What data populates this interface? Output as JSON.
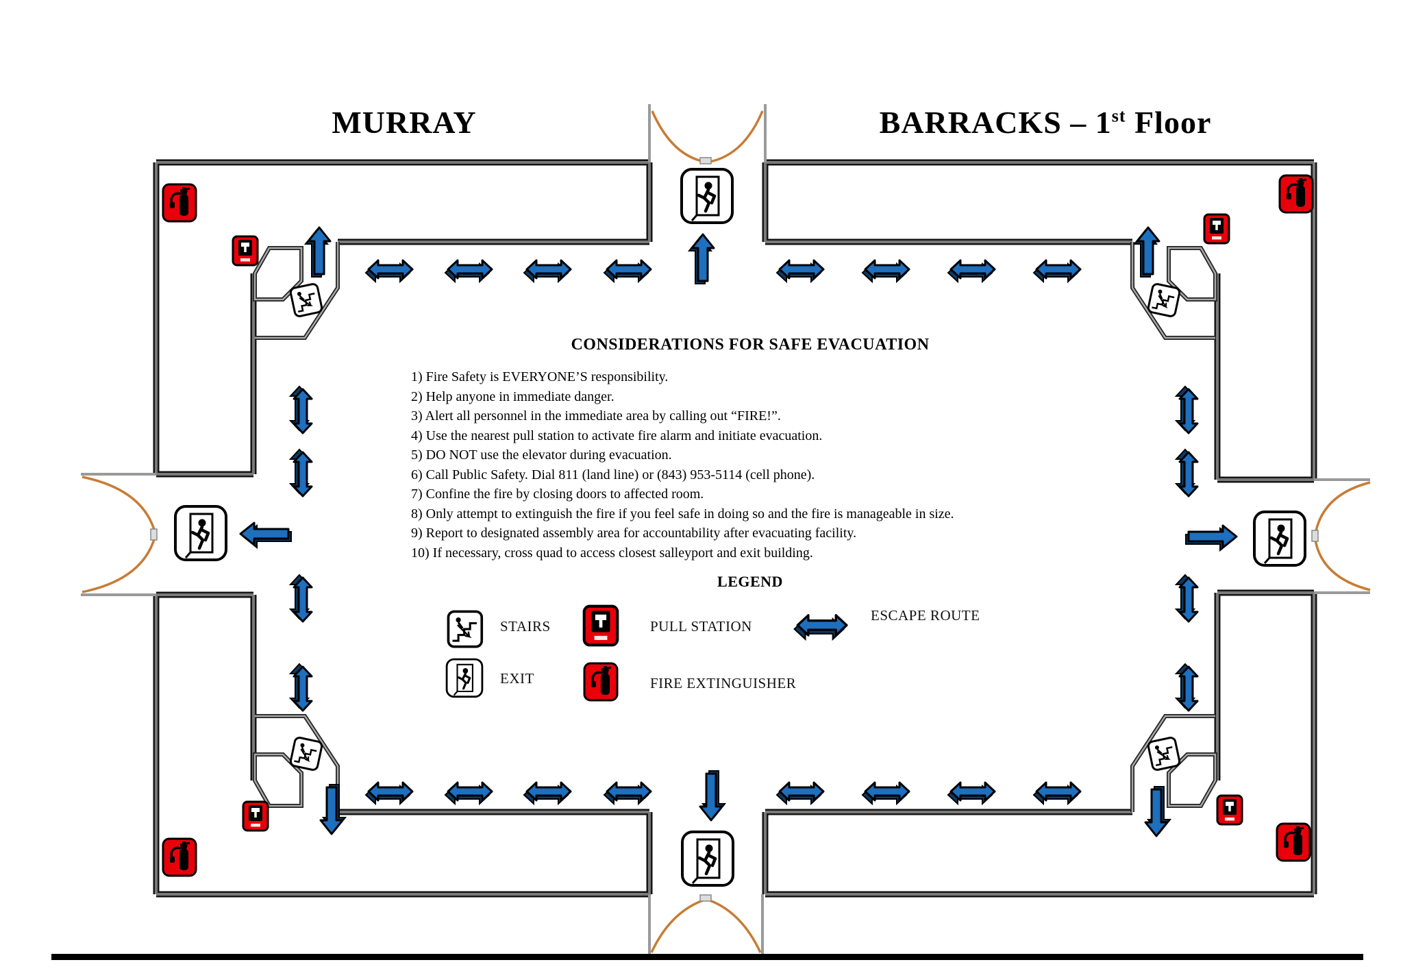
{
  "titles": {
    "left": "MURRAY",
    "right_prefix": "BARRACKS – 1",
    "right_superscript": "st",
    "right_suffix": " Floor"
  },
  "considerations": {
    "heading": "CONSIDERATIONS FOR SAFE EVACUATION",
    "items": [
      "1) Fire Safety is EVERYONE’S responsibility.",
      "2) Help anyone in immediate danger.",
      "3) Alert all personnel in the immediate area by calling out “FIRE!”.",
      "4) Use the nearest pull station to activate fire alarm and initiate evacuation.",
      "5) DO NOT use the elevator during evacuation.",
      "6) Call Public Safety. Dial 811 (land line) or (843) 953-5114 (cell phone).",
      "7) Confine the fire by closing doors to affected room.",
      "8) Only attempt to extinguish the fire if you feel safe in doing so and the fire is manageable in size.",
      "9) Report to designated assembly area for accountability after evacuating facility.",
      "10) If necessary, cross quad to access closest salleyport and exit building."
    ]
  },
  "legend": {
    "heading": "LEGEND",
    "items": [
      {
        "icon": "stairs-icon",
        "label": "STAIRS"
      },
      {
        "icon": "pull-station-icon",
        "label": "PULL STATION"
      },
      {
        "icon": "escape-route-arrow-icon",
        "label": "ESCAPE ROUTE"
      },
      {
        "icon": "exit-icon",
        "label": "EXIT"
      },
      {
        "icon": "fire-extinguisher-icon",
        "label": "FIRE EXTINGUISHER"
      }
    ]
  },
  "colors": {
    "escape_route_blue": "#1e6fbe",
    "escape_route_shadow": "#0a3a66",
    "alarm_red": "#e8000b",
    "door_swing_orange": "#c87c35",
    "wall_gray": "#7a7a7a",
    "wall_edge": "#151515"
  }
}
